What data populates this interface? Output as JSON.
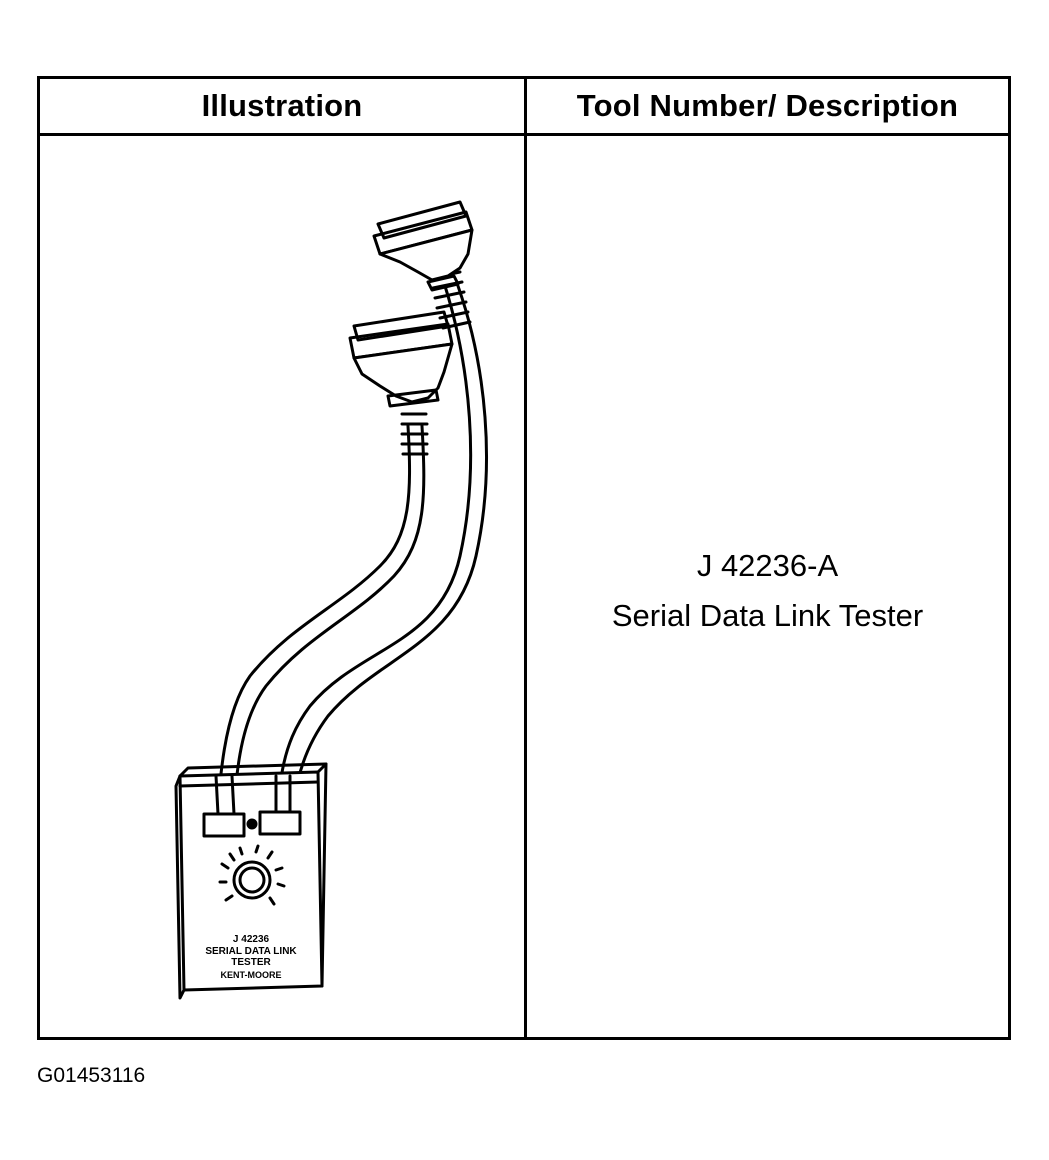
{
  "table": {
    "headers": {
      "illustration": "Illustration",
      "description": "Tool Number/ Description"
    },
    "rows": [
      {
        "tool_number": "J 42236-A",
        "tool_description": "Serial Data Link Tester",
        "device_label": {
          "line1": "J 42236",
          "line2": "SERIAL DATA LINK",
          "line3": "TESTER",
          "maker": "KENT-MOORE"
        }
      }
    ]
  },
  "figure_id": "G01453116"
}
